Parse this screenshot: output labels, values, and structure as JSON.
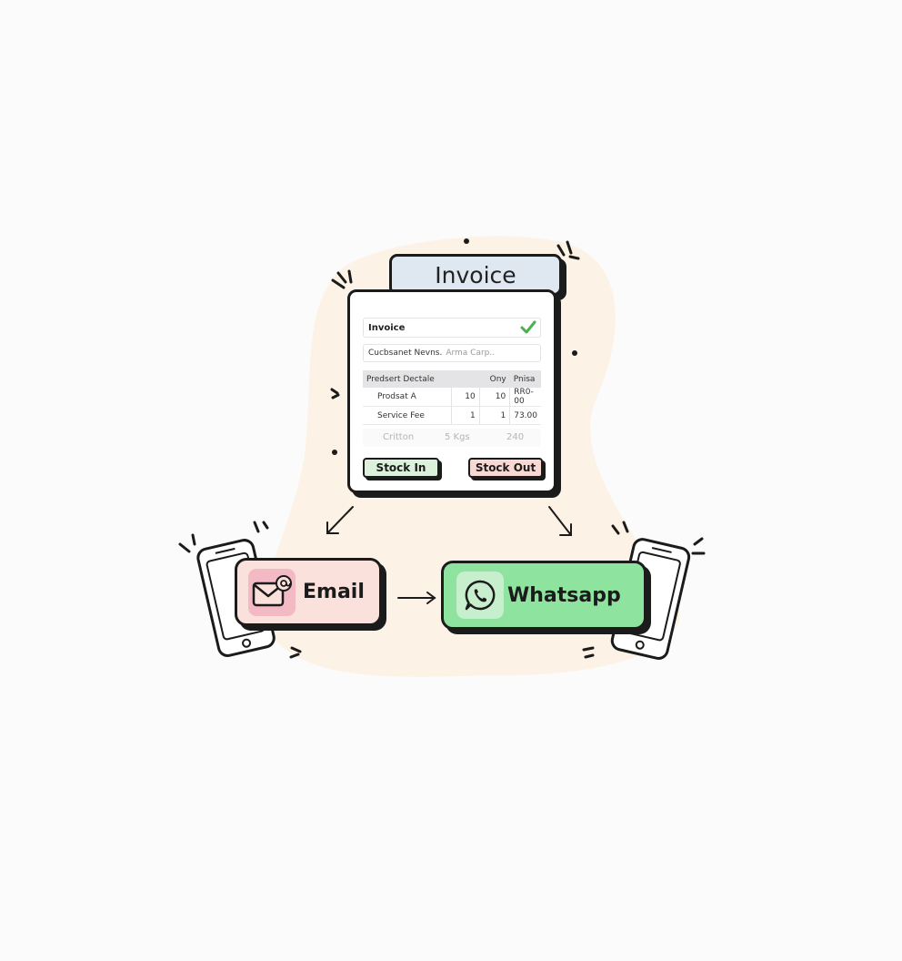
{
  "header": {
    "title": "Invoice"
  },
  "invoice": {
    "heading": "Invoice",
    "status_icon": "check-icon",
    "customer_label": "Cucbsanet Nevns.",
    "customer_value": "Arma Carp..",
    "table": {
      "headers": [
        "Predsert Dectale",
        "",
        "Ony",
        "Pnisa"
      ],
      "rows": [
        [
          "Prodsat A",
          "10",
          "10",
          "RR0-00"
        ],
        [
          "Service Fee",
          "1",
          "1",
          "73.00"
        ]
      ]
    },
    "faded_row": [
      "Critton",
      "5 Kgs",
      "240"
    ],
    "buttons": {
      "stock_in": "Stock In",
      "stock_out": "Stock Out"
    }
  },
  "channels": {
    "email": {
      "label": "Email",
      "icon": "email-at-icon"
    },
    "whatsapp": {
      "label": "Whatsapp",
      "icon": "whatsapp-icon"
    }
  },
  "colors": {
    "background_blob": "#fdf2e6",
    "title_tab": "#dfe7f0",
    "stock_in": "#dbf1dc",
    "stock_out": "#f8d8d2",
    "email": "#fbe1dc",
    "whatsapp": "#8ee49e",
    "check": "#4caf50"
  }
}
